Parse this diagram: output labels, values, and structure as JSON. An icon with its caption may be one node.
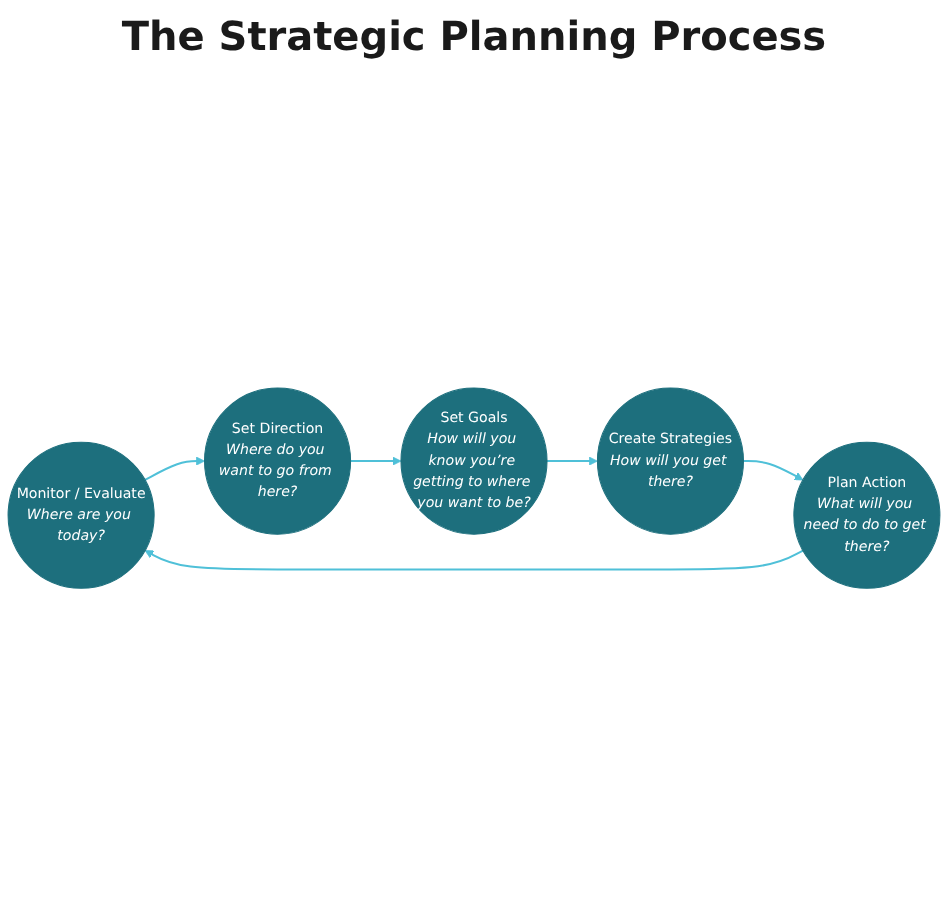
{
  "diagram": {
    "title": "The Strategic Planning Process",
    "nodes": [
      {
        "text": [
          "Monitor / Evaluate",
          "Where are you today?"
        ]
      },
      {
        "text": [
          "Set Direction",
          "Where do you want to go from here?"
        ]
      },
      {
        "text": [
          "Set Goals",
          "How will you know you’re getting to where you want to be?"
        ]
      },
      {
        "text": [
          "Create Strategies",
          "How will you get there?"
        ]
      },
      {
        "text": [
          "Plan Action",
          "What will you need to do to get there?"
        ]
      }
    ],
    "edges": [
      {
        "from": 0,
        "to": 1,
        "arrow": "to"
      },
      {
        "from": 1,
        "to": 2,
        "arrow": "to"
      },
      {
        "from": 2,
        "to": 3,
        "arrow": "to"
      },
      {
        "from": 3,
        "to": 4,
        "arrow": "to"
      },
      {
        "from": 4,
        "to": 0,
        "arrow": "to"
      }
    ]
  }
}
